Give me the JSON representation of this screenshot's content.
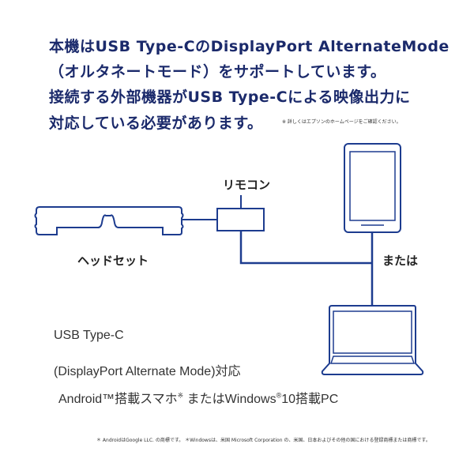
{
  "heading": {
    "line1": "本機はUSB Type-CのDisplayPort AlternateMode",
    "line2": "（オルタネートモード）をサポートしています。",
    "line3": "接続する外部機器がUSB Type-Cによる映像出力に",
    "line4": "対応している必要があります。",
    "note": "※ 詳しくはエプソンのホームページをご確認ください。"
  },
  "diagram": {
    "remote_label": "リモコン",
    "headset_label": "ヘッドセット",
    "or_label": "または",
    "line_color": "#1d3c8f"
  },
  "specs": {
    "line1": "USB Type-C",
    "line2": "(DisplayPort Alternate Mode)対応",
    "line3a": "Android™搭載スマホ",
    "line3_mark": "※",
    "line3b": " またはWindows",
    "line3_reg": "®",
    "line3c": "10搭載PC"
  },
  "footnote": "＊ AndroidはGoogle LLC. の商標です。 ＊Windowsは、米国 Microsoft Corporation の、米国、日本およびその他の国における登録商標または商標です。"
}
